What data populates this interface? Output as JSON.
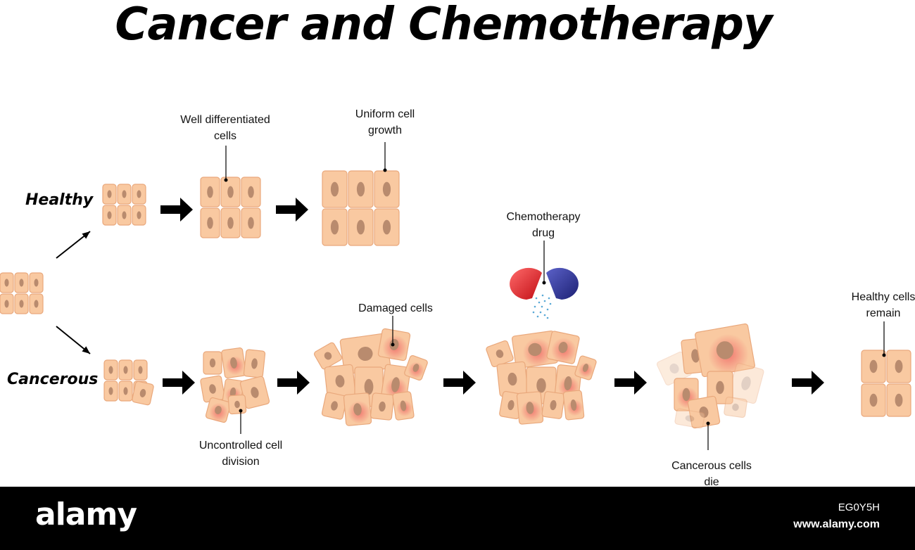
{
  "title": "Cancer and Chemotherapy",
  "rows": {
    "healthy": "Healthy",
    "cancerous": "Cancerous"
  },
  "callouts": {
    "well_differentiated": [
      "Well differentiated",
      "cells"
    ],
    "uniform_growth": [
      "Uniform cell",
      "growth"
    ],
    "chemo_drug": [
      "Chemotherapy",
      "drug"
    ],
    "damaged": [
      "Damaged cells"
    ],
    "healthy_remain": [
      "Healthy cells",
      "remain"
    ],
    "uncontrolled": [
      "Uncontrolled cell",
      "division"
    ],
    "cancerous_die": [
      "Cancerous cells",
      "die"
    ]
  },
  "colors": {
    "cell_fill": "#f9c9a1",
    "cell_stroke": "#e9a87c",
    "nucleus": "#b98b6e",
    "damage": "#f0706a",
    "capsule_red": "#e0161e",
    "capsule_blue": "#2a2f8f",
    "powder": "#5aa9d6"
  },
  "footer": {
    "logo": "alamy",
    "image_id": "EG0Y5H",
    "site": "www.alamy.com"
  }
}
